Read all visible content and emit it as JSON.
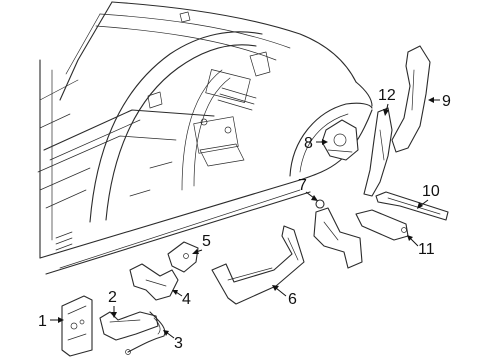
{
  "callouts": [
    {
      "id": "1",
      "label": "1"
    },
    {
      "id": "2",
      "label": "2"
    },
    {
      "id": "3",
      "label": "3"
    },
    {
      "id": "4",
      "label": "4"
    },
    {
      "id": "5",
      "label": "5"
    },
    {
      "id": "6",
      "label": "6"
    },
    {
      "id": "7",
      "label": "7"
    },
    {
      "id": "8",
      "label": "8"
    },
    {
      "id": "9",
      "label": "9"
    },
    {
      "id": "10",
      "label": "10"
    },
    {
      "id": "11",
      "label": "11"
    },
    {
      "id": "12",
      "label": "12"
    }
  ],
  "colors": {
    "line": "#2b2b2b",
    "background": "#ffffff",
    "text": "#111111"
  }
}
